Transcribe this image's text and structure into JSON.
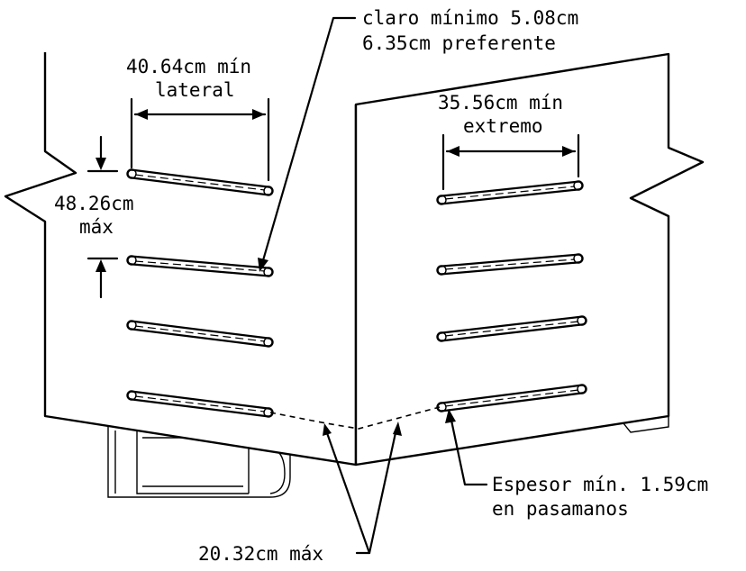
{
  "labels": {
    "clearance_line1": "claro mínimo 5.08cm",
    "clearance_line2": "6.35cm preferente",
    "side_width_line1": "40.64cm mín",
    "side_width_line2": "lateral",
    "end_width_line1": "35.56cm mín",
    "end_width_line2": "extremo",
    "spacing_line1": "48.26cm",
    "spacing_line2": "máx",
    "thickness_line1": "Espesor mín. 1.59cm",
    "thickness_line2": "en pasamanos",
    "gap_label": "20.32cm máx"
  }
}
